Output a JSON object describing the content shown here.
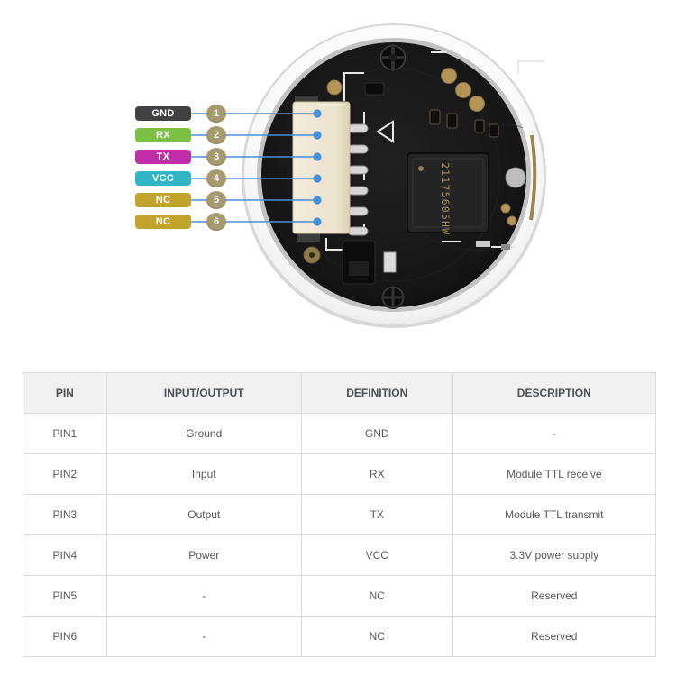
{
  "diagram": {
    "pins": [
      {
        "num": "1",
        "label": "GND",
        "color": "#414042"
      },
      {
        "num": "2",
        "label": "RX",
        "color": "#7cc143"
      },
      {
        "num": "3",
        "label": "TX",
        "color": "#c12da6"
      },
      {
        "num": "4",
        "label": "VCC",
        "color": "#2fb5c4"
      },
      {
        "num": "5",
        "label": "NC",
        "color": "#c1a32d"
      },
      {
        "num": "6",
        "label": "NC",
        "color": "#c1a32d"
      }
    ],
    "leader_color": "#4a90d4",
    "badge_color": "#a79a6f",
    "chip_marking": "21175605HW"
  },
  "table": {
    "headers": [
      "PIN",
      "INPUT/OUTPUT",
      "DEFINITION",
      "DESCRIPTION"
    ],
    "rows": [
      [
        "PIN1",
        "Ground",
        "GND",
        "-"
      ],
      [
        "PIN2",
        "Input",
        "RX",
        "Module TTL receive"
      ],
      [
        "PIN3",
        "Output",
        "TX",
        "Module TTL transmit"
      ],
      [
        "PIN4",
        "Power",
        "VCC",
        "3.3V power supply"
      ],
      [
        "PIN5",
        "-",
        "NC",
        "Reserved"
      ],
      [
        "PIN6",
        "-",
        "NC",
        "Reserved"
      ]
    ]
  }
}
